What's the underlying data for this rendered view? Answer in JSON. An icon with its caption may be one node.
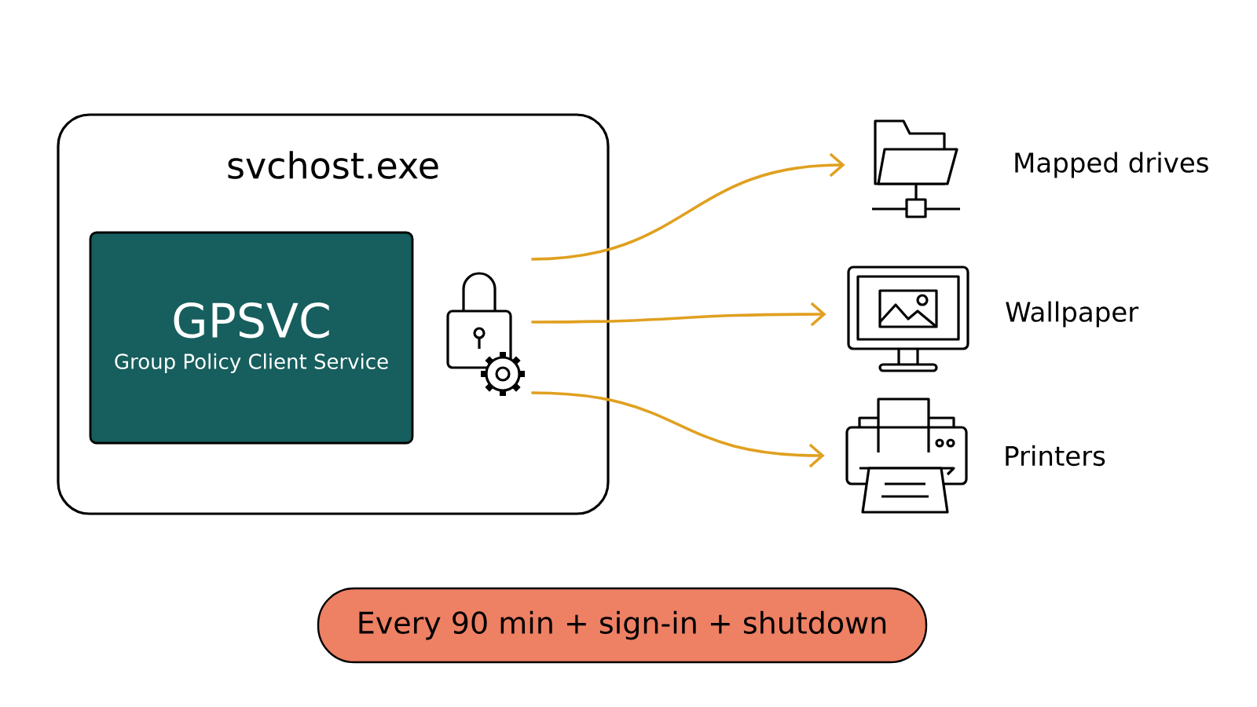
{
  "diagram": {
    "nodes": [
      {
        "text": [
          "svchost.exe"
        ]
      },
      {
        "text": [
          "GPSVC",
          "Group Policy Client Service"
        ],
        "in": 0
      },
      {
        "text": [],
        "shape": "picture",
        "in": 0
      },
      {
        "text": [],
        "shape": "picture",
        "beside": [
          "Mapped drives"
        ]
      },
      {
        "text": [],
        "shape": "picture",
        "beside": [
          "Wallpaper"
        ]
      },
      {
        "text": [],
        "shape": "picture",
        "beside": [
          "Printers"
        ]
      },
      {
        "text": [
          "Every 90 min + sign-in + shutdown"
        ]
      }
    ],
    "edges": [
      {
        "from": 2,
        "to": 3,
        "arrow": "to"
      },
      {
        "from": 2,
        "to": 4,
        "arrow": "to"
      },
      {
        "from": 2,
        "to": 5,
        "arrow": "to"
      }
    ]
  }
}
